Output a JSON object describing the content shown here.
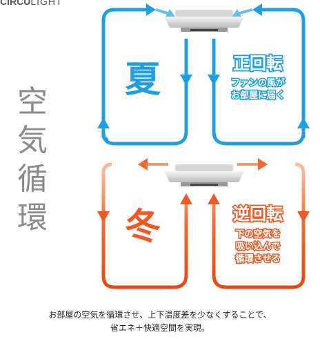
{
  "brand": {
    "logo_prefix": "CIRCU",
    "logo_suffix": "LIGHT"
  },
  "vertical_title": [
    "空",
    "気",
    "循",
    "環"
  ],
  "summer": {
    "season": "夏",
    "mode": "正回転",
    "desc_lines": [
      "ファンの風が",
      "お部屋に届く"
    ],
    "color": "#1f9fe0"
  },
  "winter": {
    "season": "冬",
    "mode": "逆回転",
    "desc_lines": [
      "下の空気を",
      "吸い込んで",
      "循環させる"
    ],
    "color": "#ee5a24"
  },
  "caption": {
    "line1": "お部屋の空気を循環させ、上下温度差を少なくすることで、",
    "line2": "省エネ＋快適空間を実現。"
  }
}
